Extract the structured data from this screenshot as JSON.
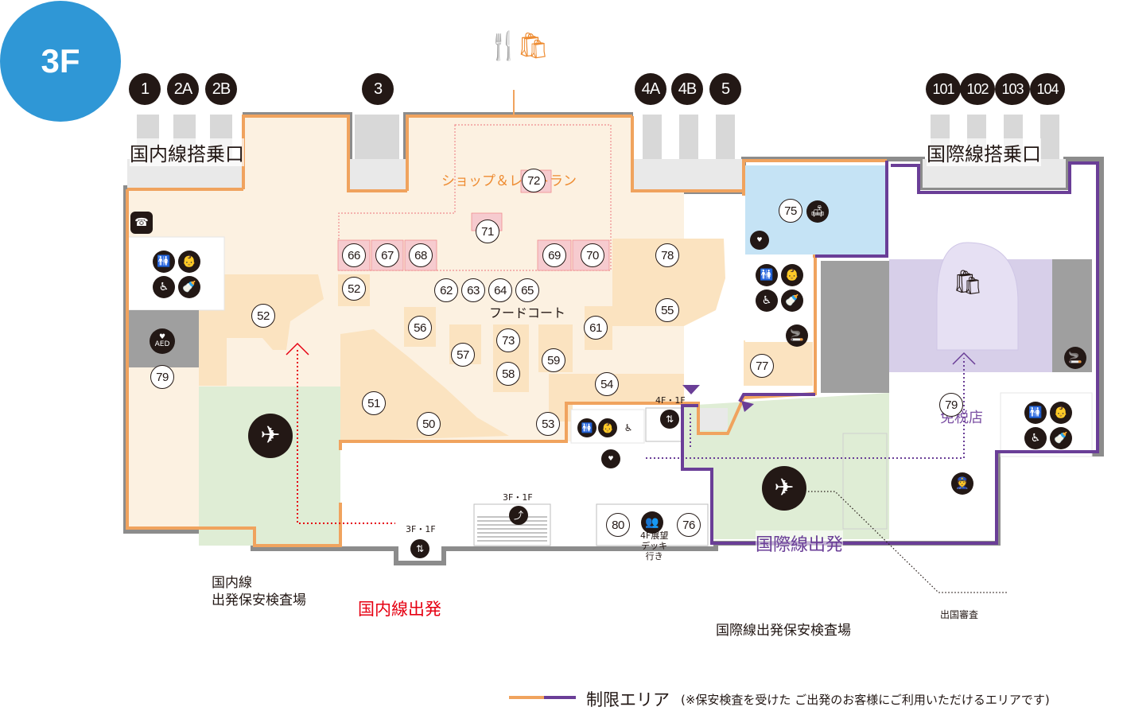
{
  "floor": "3F",
  "gates": {
    "domestic": [
      "1",
      "2A",
      "2B",
      "3",
      "4A",
      "4B",
      "5"
    ],
    "international": [
      "101",
      "102",
      "103",
      "104"
    ]
  },
  "areas": {
    "domestic_boarding": "国内線搭乗口",
    "international_boarding": "国際線搭乗口",
    "shops_restaurants": "ショップ＆レストラン",
    "food_court": "フードコート",
    "duty_free": "免税店",
    "domestic_security": "国内線\n出発保安検査場",
    "domestic_departure": "国内線出発",
    "international_departure": "国際線出発",
    "international_security": "国際線出発保安検査場",
    "immigration": "出国審査"
  },
  "shop_numbers": [
    "50",
    "51",
    "52",
    "52",
    "53",
    "54",
    "55",
    "56",
    "57",
    "58",
    "59",
    "61",
    "62",
    "63",
    "64",
    "65",
    "66",
    "67",
    "68",
    "69",
    "70",
    "71",
    "72",
    "73",
    "75",
    "76",
    "77",
    "78",
    "79",
    "79",
    "80"
  ],
  "lifts": {
    "elevator_4f1f": "4F・1F",
    "elevator_3f1f": "3F・1F",
    "escalator_3f1f": "3F・1F"
  },
  "observation_deck": "4F展望\nデッキ\n行き",
  "icons": {
    "aed": "AED",
    "list": [
      "restaurant-icon",
      "shopping-icon",
      "telephone-icon",
      "restroom-icon",
      "nursing-room-icon",
      "accessible-restroom-icon",
      "baby-changing-icon",
      "aed-icon",
      "smoking-room-icon",
      "departure-plane-icon",
      "lounge-icon",
      "meeting-point-icon",
      "police-icon",
      "elevator-icon",
      "escalator-icon",
      "duty-free-icon"
    ]
  },
  "legend": {
    "label": "制限エリア",
    "note": "(※保安検査を受けた ご出発のお客様にご利用いただけるエリアです)"
  },
  "colors": {
    "floor_badge": "#2f97d6",
    "domestic_restricted_line": "#f0a35e",
    "international_restricted_line": "#6a3e97",
    "shop_area": "#fbe3c0",
    "security_area": "#dfedd5",
    "duty_free_area": "#d7cfe9",
    "lounge_area": "#c5e3f5",
    "domestic_text": "#e60012",
    "international_text": "#7b4fa3",
    "shop_text": "#ee8c32"
  }
}
